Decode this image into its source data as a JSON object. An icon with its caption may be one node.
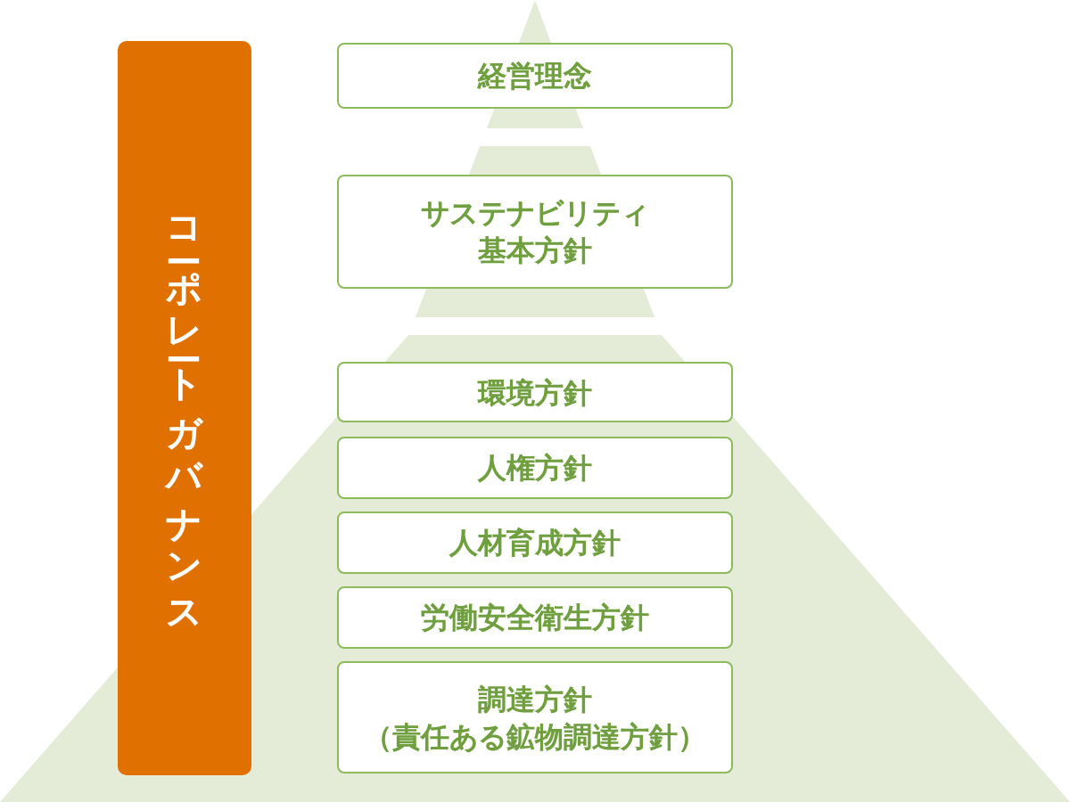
{
  "diagram": {
    "nodes": [
      {
        "text": [
          "コーポレートガバナンス"
        ]
      },
      {
        "text": [
          "経営理念"
        ]
      },
      {
        "text": [
          "サステナビリティ基本方針"
        ]
      },
      {
        "text": [
          "環境方針"
        ]
      },
      {
        "text": [
          "人権方針"
        ]
      },
      {
        "text": [
          "人材育成方針"
        ]
      },
      {
        "text": [
          "労働安全衛生方針"
        ]
      },
      {
        "text": [
          "調達方針（責任ある鉱物調達方針）"
        ]
      }
    ]
  }
}
